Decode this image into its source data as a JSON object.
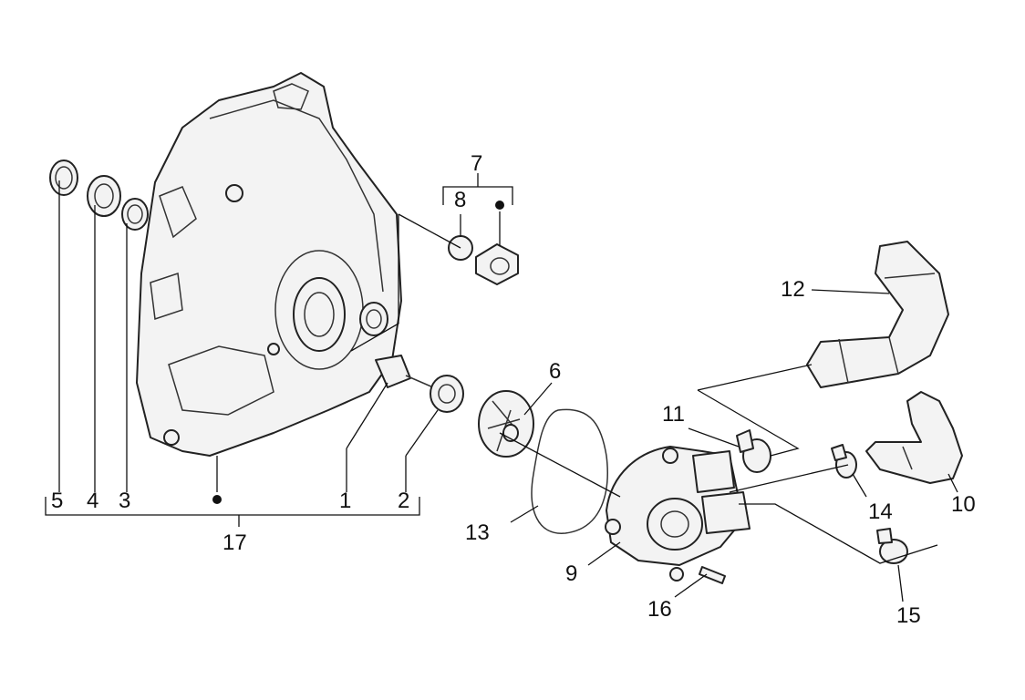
{
  "labels": {
    "l1": "1",
    "l2": "2",
    "l3": "3",
    "l4": "4",
    "l5": "5",
    "l6": "6",
    "l7": "7",
    "l8": "8",
    "l9": "9",
    "l10": "10",
    "l11": "11",
    "l12": "12",
    "l13": "13",
    "l14": "14",
    "l15": "15",
    "l16": "16",
    "l17": "17"
  },
  "colors": {
    "line": "#222222",
    "fill": "#f3f3f3",
    "background": "#ffffff"
  }
}
